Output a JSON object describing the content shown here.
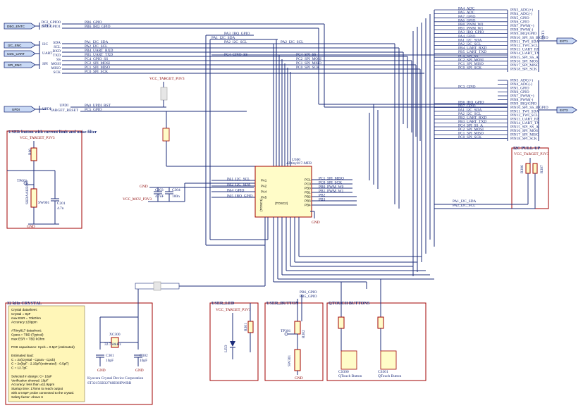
{
  "ports": {
    "dbg_entc": "DBG_ENTC",
    "i2c_enc": "I2C_ENC",
    "cdc_uart": "CDC_UART",
    "spi_enc": "SPI_ENC",
    "updi": "UPDI",
    "ext1": "EXT1",
    "ext3": "EXT3"
  },
  "groups": {
    "gpio": "GPIO",
    "i2c": "I2C",
    "uart": "UART",
    "spi": "SPI",
    "updi": "UPDI"
  },
  "left_signals": [
    {
      "pin": "DGI_GPIO0",
      "net": "PB6_GPIO"
    },
    {
      "pin": "DGI_GPIO1",
      "net": "PB6_IRQ_GPIO"
    },
    {
      "pin": "SDA",
      "net": "PA1_I2C_SDA"
    },
    {
      "pin": "SCL",
      "net": "PA2_I2C_SCL"
    },
    {
      "pin": "RXD",
      "net": "PB4_UART_RXD"
    },
    {
      "pin": "TXD",
      "net": "PB5_UART_TXD"
    },
    {
      "pin": "SS",
      "net": "PC4_GPIO_SS"
    },
    {
      "pin": "MOSI",
      "net": "PC2_SPI_MOSI"
    },
    {
      "pin": "MISO",
      "net": "PC1_SPI_MISO"
    },
    {
      "pin": "SCK",
      "net": "PC0_SPI_SCK"
    }
  ],
  "updi_signals": [
    {
      "pin": "UPDI",
      "net": "PA0_UPDI_RST"
    },
    {
      "pin": "TARGET_RESET",
      "net": "PC5_GPIO"
    }
  ],
  "ext1_pins": [
    {
      "net": "PA4_ADC",
      "pin": "PIN3_ADC(+)"
    },
    {
      "net": "PA5_ADC",
      "pin": "PIN4_ADC(-)"
    },
    {
      "net": "PA7_GPIO",
      "pin": "PIN5_GPIO"
    },
    {
      "net": "PA6_GPIO",
      "pin": "PIN6_GPIO"
    },
    {
      "net": "PB0_PWM_W0",
      "pin": "PIN7_PWM(+)"
    },
    {
      "net": "PB1_PWM_W1",
      "pin": "PIN8_PWM(-)"
    },
    {
      "net": "PA3_IRQ_GPIO",
      "pin": "PIN9_IRQ/GPIO"
    },
    {
      "net": "PA4_GPIO",
      "pin": "PIN10_SPI_SS_B/GPIO"
    },
    {
      "net": "PA1_I2C_SDA",
      "pin": "PIN11_TWI_SDA"
    },
    {
      "net": "PA2_I2C_SCL",
      "pin": "PIN12_TWI_SCL"
    },
    {
      "net": "PB4_UART_RXD",
      "pin": "PIN13_UART_RX"
    },
    {
      "net": "PB5_UART_TXD",
      "pin": "PIN14_UART_TX"
    },
    {
      "net": "PC4_SPI_SS",
      "pin": "PIN15_SPI_SS_A"
    },
    {
      "net": "PC2_SPI_MOSI",
      "pin": "PIN16_SPI_MOSI"
    },
    {
      "net": "PC1_SPI_MISO",
      "pin": "PIN17_SPI_MISO"
    },
    {
      "net": "PC0_SPI_SCK",
      "pin": "PIN18_SPI_SCK"
    }
  ],
  "ext3_pins": [
    {
      "net": "",
      "pin": "PIN3_ADC(+)"
    },
    {
      "net": "",
      "pin": "PIN4_ADC(-)"
    },
    {
      "net": "PC3_GPIO",
      "pin": "PIN5_GPIO"
    },
    {
      "net": "",
      "pin": "PIN6_GPIO"
    },
    {
      "net": "",
      "pin": "PIN7_PWM(+)"
    },
    {
      "net": "",
      "pin": "PIN8_PWM(-)"
    },
    {
      "net": "PB6_IRQ_GPIO",
      "pin": "PIN9_IRQ/GPIO"
    },
    {
      "net": "PB7_GPIO",
      "pin": "PIN10_SPI_SS_B/GPIO"
    },
    {
      "net": "PA1_I2C_SDA",
      "pin": "PIN11_TWI_SDA"
    },
    {
      "net": "PA2_I2C_SCL",
      "pin": "PIN12_TWI_SCL"
    },
    {
      "net": "PB2_UART_RXD",
      "pin": "PIN13_UART_RX"
    },
    {
      "net": "PB3_UART_TXD",
      "pin": "PIN14_UART_TX"
    },
    {
      "net": "PC4_SPI_SS_A",
      "pin": "PIN15_SPI_SS_A"
    },
    {
      "net": "PC2_SPI_MOSI",
      "pin": "PIN16_SPI_MOSI"
    },
    {
      "net": "PC1_SPI_MISO",
      "pin": "PIN17_SPI_MISO"
    },
    {
      "net": "PC0_SPI_SCK",
      "pin": "PIN18_SPI_SCK"
    }
  ],
  "mid_nets": {
    "pa3_irq": "PA3_IRQ_GPIO",
    "pa1_sda": "PA1_I2C_SDA",
    "pa2_scl": "PA2_I2C_SCL",
    "pc4_gpio_ss": "PC4_GPIO_SS",
    "pc4_spi_ss": "PC4_SPI_SS",
    "pc2_mosi": "PC2_SPI_MOSI",
    "pc1_miso": "PC1_SPI_MISO",
    "pc0_sck": "PC0_SPI_SCK",
    "pc3_gpio": "PC3_GPIO",
    "pb6_irq": "PB6_IRQ_GPIO",
    "pa1_sda_lo": "PA1_I2C_SDA",
    "pa2_scl_lo": "PA2_I2C_SCL",
    "pb6_gpio": "PB6_GPIO",
    "pb5_gpio": "PB5_GPIO"
  },
  "vcc": {
    "target_top": "VCC_TARGET_P3V3",
    "mcu": "VCC_MCU_P3V3",
    "target_button": "VCC_TARGET_P3V3",
    "target_led": "VCC_TARGET_P3V3",
    "target_pullup": "VCC_TARGET_P3V3",
    "gnd": "GND"
  },
  "mcu": {
    "ref": "U300",
    "part": "ATtiny817-MFR",
    "left_pins": [
      {
        "name": "PA1",
        "net": "PA1_I2C_SCL"
      },
      {
        "name": "PA2",
        "net": "PA2_I2C_SDA"
      },
      {
        "name": "PA4",
        "net": "PA4_GPIO"
      },
      {
        "name": "PA5",
        "net": "PA5_IRQ_GPIO"
      }
    ],
    "right_pins": [
      {
        "name": "PC1",
        "net": "PC1_SPI_MISO"
      },
      {
        "name": "PC0",
        "net": "PC0_SPI_SCK"
      },
      {
        "name": "PB0",
        "net": "PB0_PWM_W0"
      },
      {
        "name": "PB1",
        "net": "PB1_PWM_W1"
      },
      {
        "name": "PB2",
        "net": "PB2"
      },
      {
        "name": "PB3",
        "net": "PB3"
      },
      {
        "name": "PB4",
        "net": ""
      }
    ],
    "top_label": "PA3 PA7 PA6 PB6 PB5 PC3 PC4",
    "center_label": "(TOSC1)",
    "center_label2": "(TOSC2)"
  },
  "button_box": {
    "title": "USER button with current limit and noise filter",
    "r1": "R00",
    "tp": "TP001",
    "sw": "SW001",
    "c": "C201",
    "cval": "4.7n",
    "part": "SKRAAKE010"
  },
  "crystal_box": {
    "title": "32 kHz CRYSTAL",
    "notes": [
      "Crystal datasheet:",
      "Crystal = 9pF",
      "max ESR = 70kOhm",
      "Accuracy ±20ppm",
      "",
      "ATtiny817 datasheet:",
      "Cpara = TBD (Typical)",
      "max ESR = TBD kOhm",
      "",
      "PCB capacitance: Cpcb = 0.5pF (estimated)",
      "",
      "Estimated load:",
      "C = 2x(Crystal - Cpara - Cpcb)",
      "C = 2x(9pF - 2.15pF(estimated) - 0.5pF)",
      "C = 12.7pF",
      "",
      "Selected in design: C= 10pF",
      "Verification showed: 10pF",
      "Accuracy: less than ±11.9ppm",
      "Startup time: 175ms to reach output",
      "with a 9.5pF probe connected to the crystal.",
      "Safety factor: Above 6"
    ],
    "xtal": "XC300",
    "xtal_freq": "32.768kHz",
    "c1": "C301",
    "c1v": "10pF",
    "c2": "C302",
    "c2v": "10pF",
    "vendor": "Kyocera Crystal Device Corporation",
    "vendor_part": "ST3215SB32768E0HPWBB"
  },
  "led_box": {
    "title": "USER_LED",
    "led": "LED",
    "r": "R301"
  },
  "userbtn_box": {
    "title": "USER_BUTTON",
    "tp": "TP301",
    "sw": "SW301",
    "r": "R302"
  },
  "qtouch_box": {
    "title": "QTOUCH BUTTONS",
    "b1": "CS300",
    "b1l": "QTouch Button",
    "b2": "CS301",
    "b2l": "QTouch Button"
  },
  "pullup_box": {
    "title": "I2C PULL-UP",
    "r1": "R306",
    "r2": "R307"
  },
  "caps": {
    "c303": "C303",
    "c303v": "4.7uF",
    "c304": "C304",
    "c304v": "100n"
  }
}
